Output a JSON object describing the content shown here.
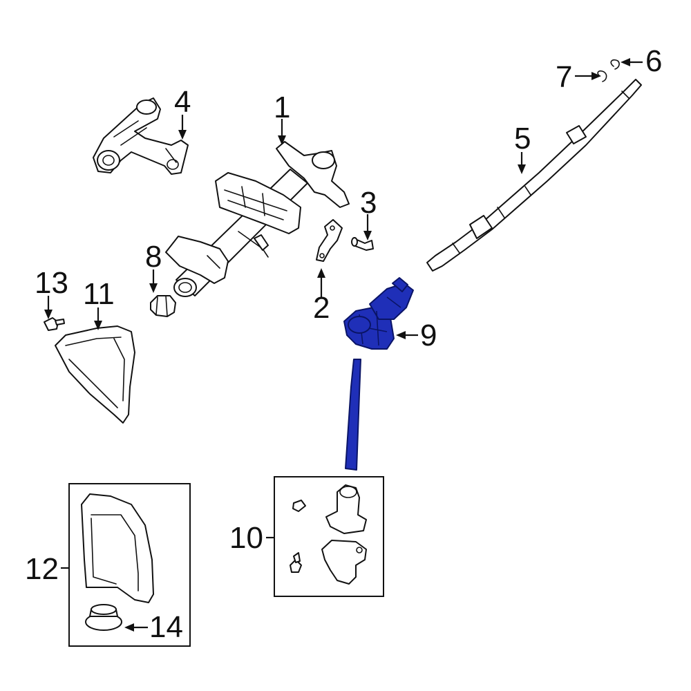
{
  "diagram": {
    "highlight_color": "#1f2fb8",
    "line_color": "#111111",
    "callouts": [
      "1",
      "2",
      "3",
      "4",
      "5",
      "6",
      "7",
      "8",
      "9",
      "10",
      "11",
      "12",
      "13",
      "14"
    ]
  }
}
